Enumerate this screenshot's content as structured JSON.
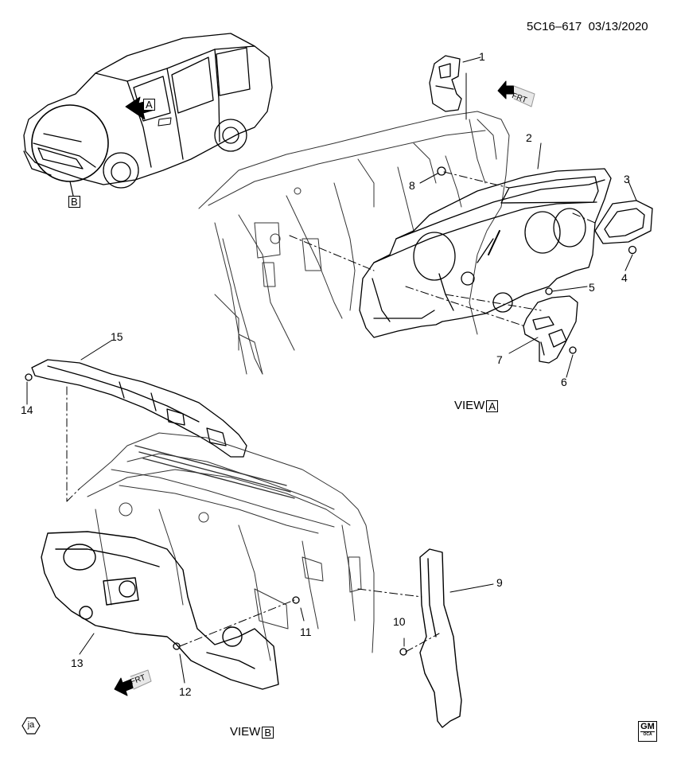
{
  "header": {
    "code": "5C16–617",
    "date": "03/13/2020"
  },
  "callouts": [
    "1",
    "2",
    "3",
    "4",
    "5",
    "6",
    "7",
    "8",
    "9",
    "10",
    "11",
    "12",
    "13",
    "14",
    "15"
  ],
  "views": {
    "a_prefix": "VIEW",
    "a_letter": "A",
    "b_prefix": "VIEW",
    "b_letter": "B"
  },
  "vehicle_markers": {
    "a": "A",
    "b": "B"
  },
  "front_arrow_label": "FRT",
  "footer": {
    "badge": "ja",
    "logo": "GM",
    "logo_sub": "OCA"
  }
}
